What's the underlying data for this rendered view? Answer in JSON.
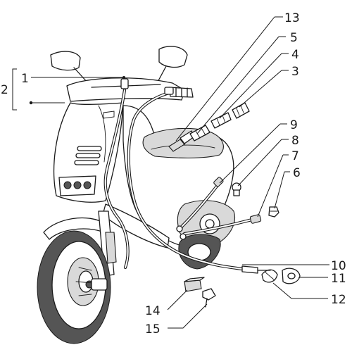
{
  "callouts": [
    "1",
    "2",
    "3",
    "4",
    "5",
    "6",
    "7",
    "8",
    "9",
    "10",
    "11",
    "12",
    "13",
    "14",
    "15"
  ]
}
